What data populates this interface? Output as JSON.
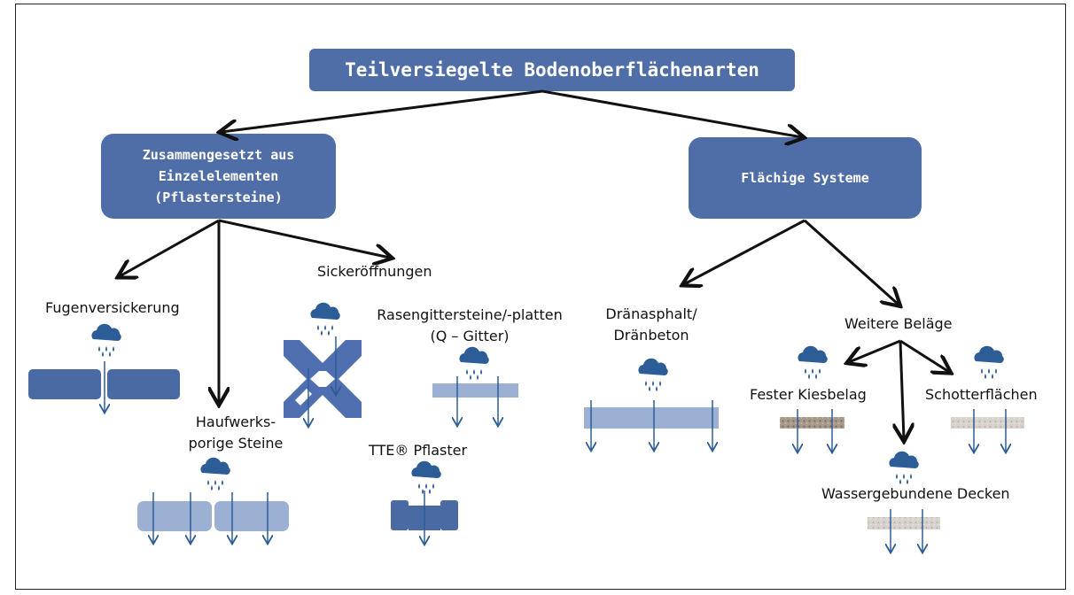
{
  "title": "Teilversiegelte Bodenoberflächenarten",
  "left_category": {
    "line1": "Zusammengesetzt aus",
    "line2": "Einzelelementen",
    "line3": "(Pflastersteine)"
  },
  "right_category": "Flächige Systeme",
  "items": {
    "fugen": "Fugenversickerung",
    "haufwerk_1": "Haufwerks-",
    "haufwerk_2": "porige Steine",
    "sicker": "Sickeröffnungen",
    "rasen_1": "Rasengittersteine/-platten",
    "rasen_2": "(Q – Gitter)",
    "tte": "TTE® Pflaster",
    "drain_1": "Dränasphalt/",
    "drain_2": "Dränbeton",
    "weitere": "Weitere Beläge",
    "kies": "Fester Kiesbelag",
    "schotter": "Schotterflächen",
    "wasser": "Wassergebundene Decken"
  },
  "colors": {
    "box_fill": "#4f6ea8",
    "rain_icon": "#2d5d96",
    "paver_dark": "#4a6aa3",
    "paver_light": "#9cb0d3",
    "grid_stone": "#4f6fb0",
    "gravel": "#a89a8a",
    "arrow": "#111111"
  }
}
